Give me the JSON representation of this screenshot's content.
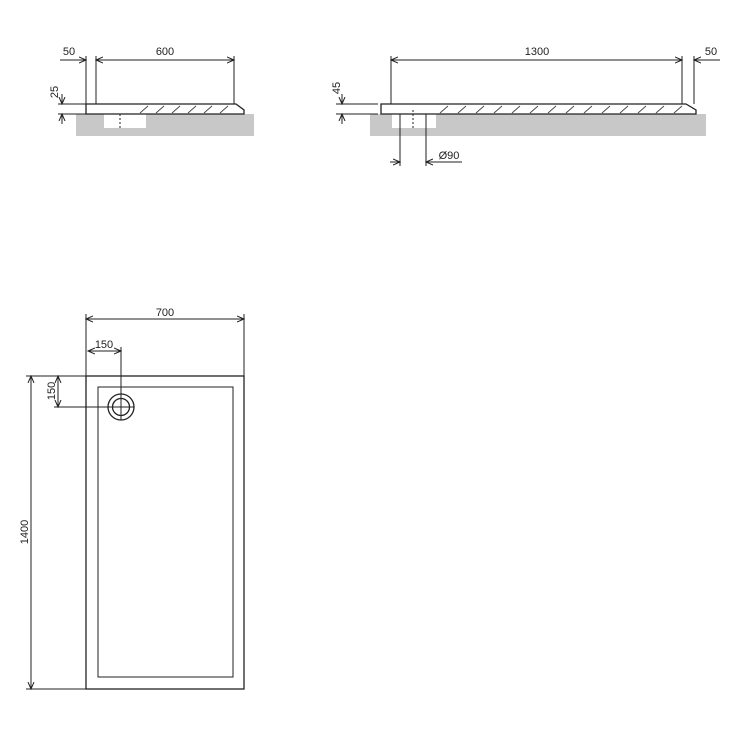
{
  "side_view_short": {
    "rim_width": "50",
    "tray_width": "600",
    "tray_height": "25"
  },
  "side_view_long": {
    "tray_length": "1300",
    "rim_width": "50",
    "tray_height": "45",
    "drain_diameter": "Ø90"
  },
  "plan_view": {
    "overall_width": "700",
    "overall_length": "1400",
    "drain_offset_x": "150",
    "drain_offset_y": "150"
  },
  "colors": {
    "line": "#222222",
    "floor": "#c8c8c8",
    "background": "#ffffff"
  }
}
